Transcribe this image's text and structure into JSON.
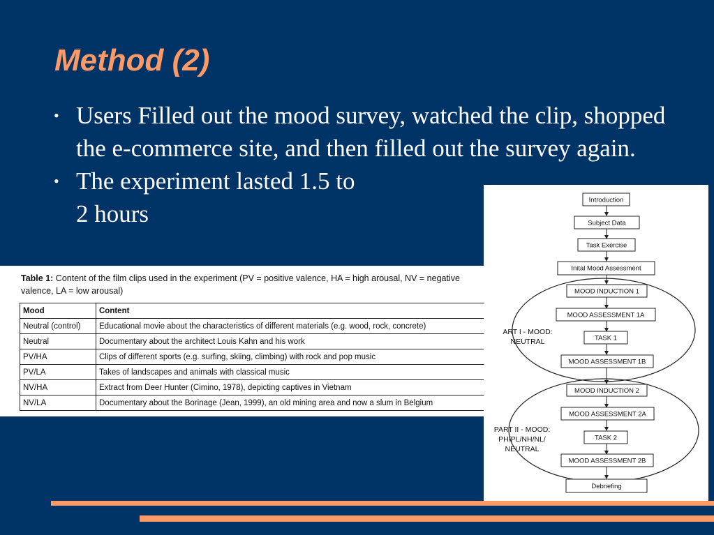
{
  "slide": {
    "title": "Method (2)",
    "bullets": [
      {
        "bullet": "•",
        "text": "Users Filled out the mood survey, watched the clip, shopped the e-commerce site, and then filled out the survey again."
      },
      {
        "bullet": "•",
        "text": "The experiment lasted 1.5 to 2 hours"
      }
    ],
    "accent_color": "#ff9966",
    "background_color": "#003366"
  },
  "table": {
    "caption_bold": "Table 1:",
    "caption_rest": " Content of the film clips used in the experiment (PV = positive valence, HA = high arousal, NV = negative valence, LA = low arousal)",
    "headers": [
      "Mood",
      "Content"
    ],
    "rows": [
      [
        "Neutral (control)",
        "Educational movie about the characteristics of different materials (e.g. wood, rock, concrete)"
      ],
      [
        "Neutral",
        "Documentary about the architect Louis Kahn and his work"
      ],
      [
        "PV/HA",
        "Clips of different sports (e.g. surfing, skiing, climbing) with rock and pop music"
      ],
      [
        "PV/LA",
        "Takes of landscapes and animals with classical music"
      ],
      [
        "NV/HA",
        "Extract from Deer Hunter (Cimino, 1978), depicting captives in Vietnam"
      ],
      [
        "NV/LA",
        "Documentary about the Borinage (Jean, 1999), an old mining area and now a slum in Belgium"
      ]
    ]
  },
  "flowchart": {
    "steps": [
      "Introduction",
      "Subject Data",
      "Task Exercise",
      "Inital Mood Assessment",
      "MOOD INDUCTION 1",
      "MOOD ASSESSMENT 1A",
      "TASK 1",
      "MOOD ASSESSMENT 1B",
      "MOOD INDUCTION 2",
      "MOOD ASSESSMENT 2A",
      "TASK 2",
      "MOOD ASSESSMENT 2B",
      "Debriefing"
    ],
    "part1_lines": [
      "ART I - MOOD:",
      "NEUTRAL"
    ],
    "part2_lines": [
      "PART II - MOOD:",
      "PH/PL/NH/NL/",
      "NEUTRAL"
    ]
  }
}
